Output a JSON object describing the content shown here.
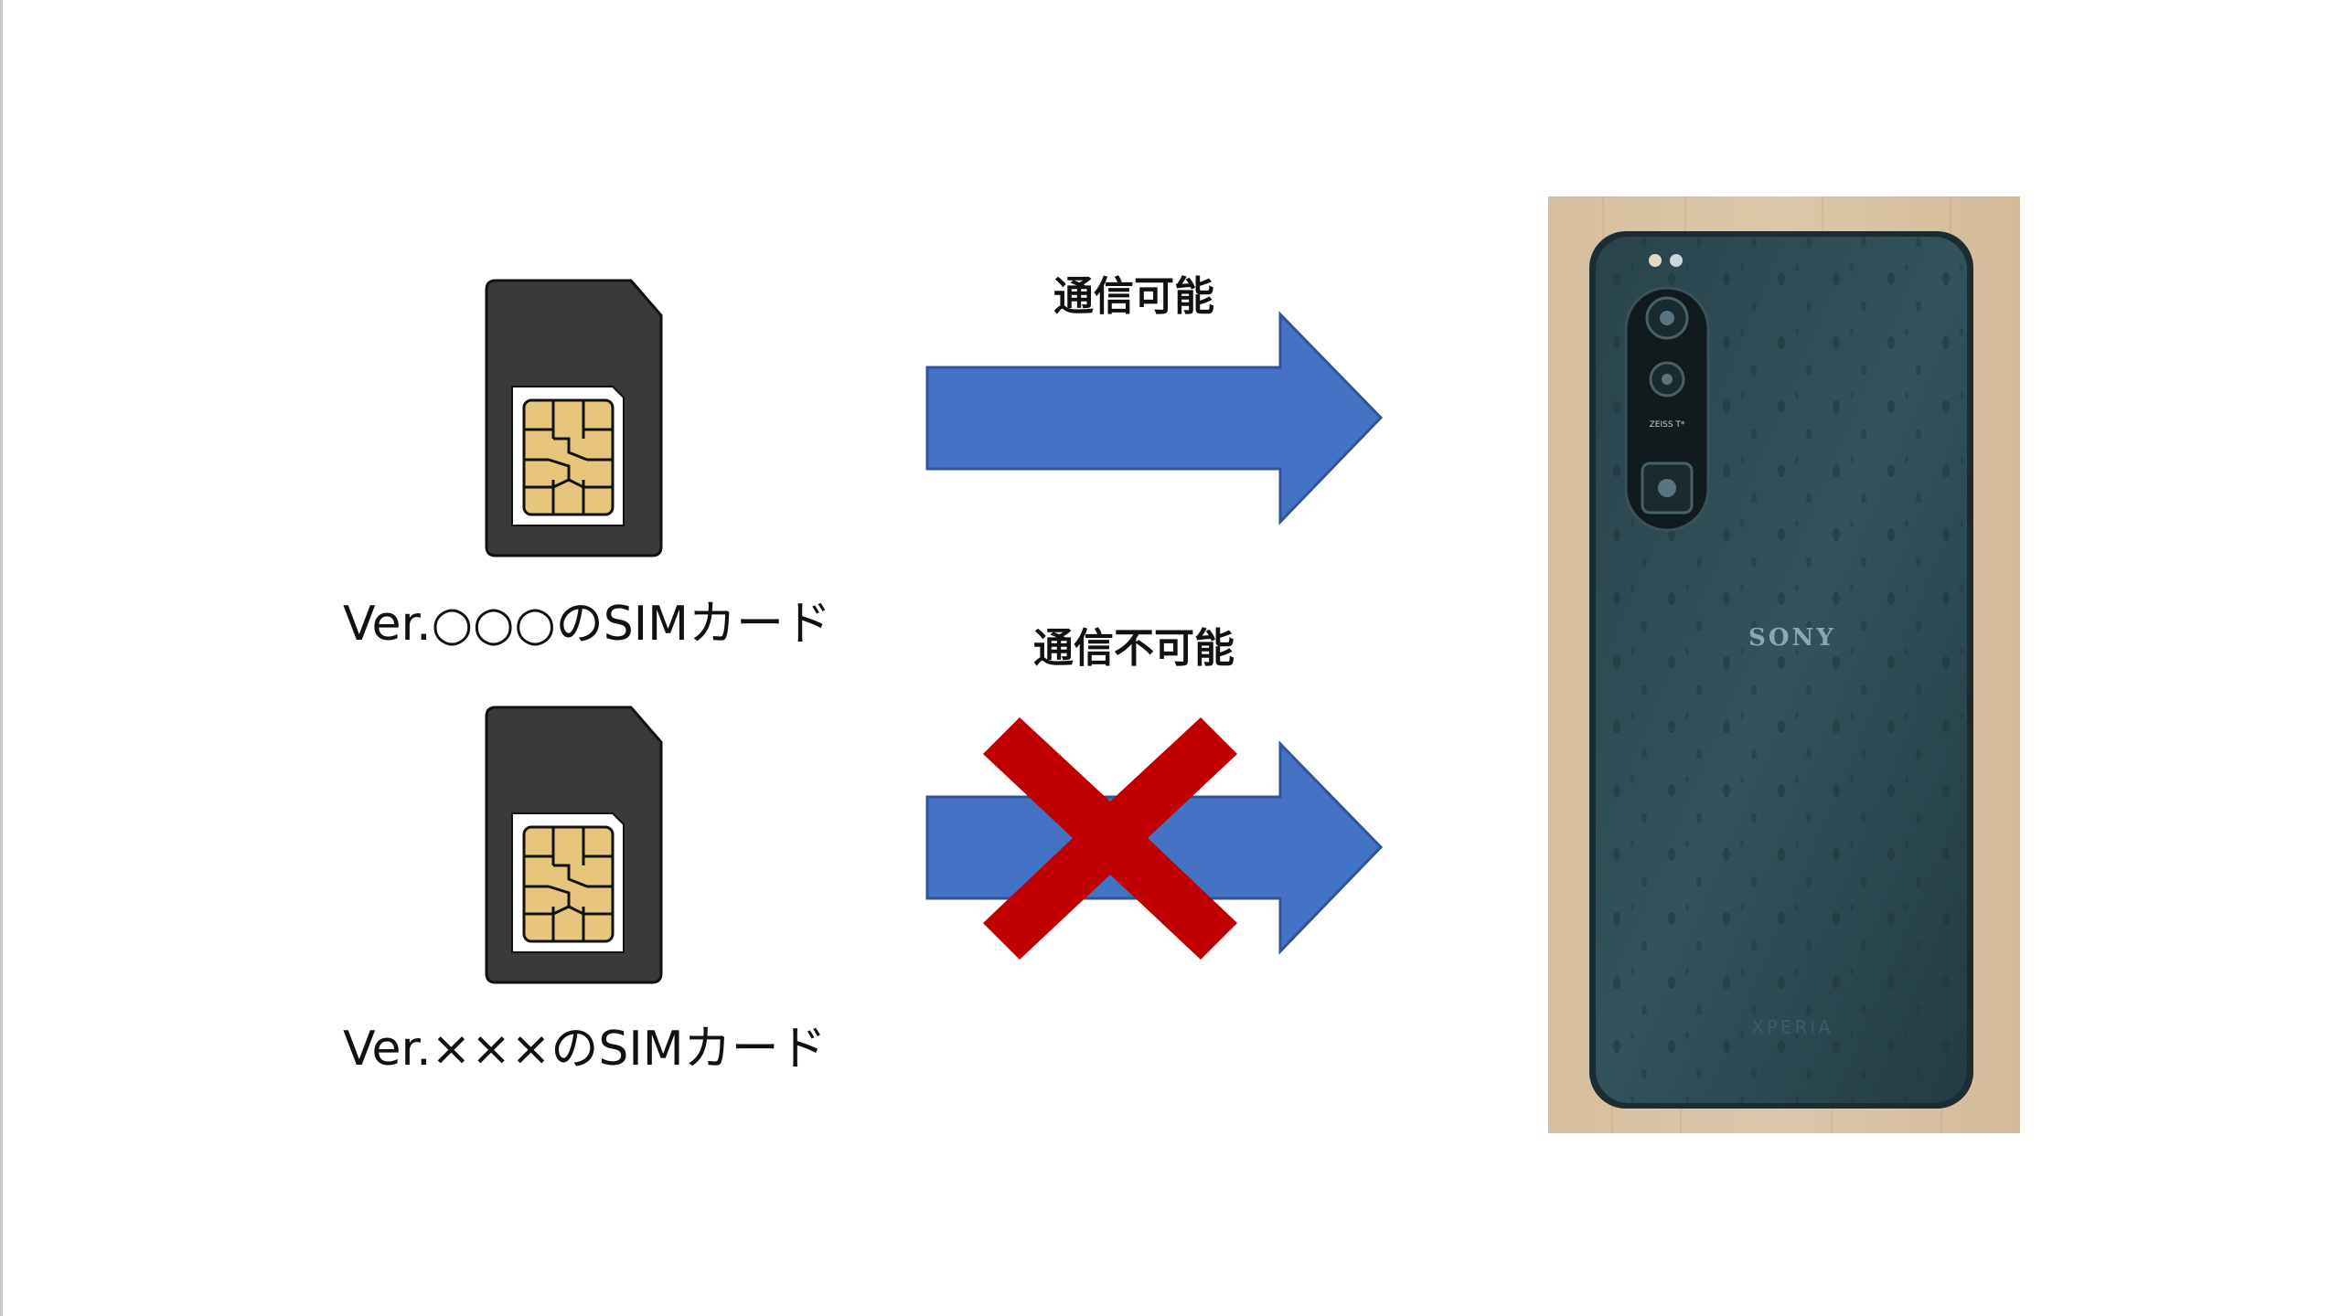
{
  "sim_cards": [
    {
      "label": "Ver.○○○のSIMカード"
    },
    {
      "label": "Ver.×××のSIMカード"
    }
  ],
  "arrows": [
    {
      "label": "通信可能",
      "status": "success"
    },
    {
      "label": "通信不可能",
      "status": "blocked"
    }
  ],
  "phone": {
    "brand_text": "SONY",
    "model_text": "XPERIA",
    "lens_text": "ZEISS T*"
  },
  "colors": {
    "arrow_fill": "#4472c4",
    "arrow_stroke": "#2f5597",
    "cross": "#c00000",
    "sim_body": "#3a3a3a",
    "sim_chip": "#e6c67a",
    "phone_body": "#2e4a52",
    "wood": "#d9c3a5"
  },
  "icons": {
    "sim": "sim-card-icon",
    "arrow": "arrow-right-icon",
    "cross": "cross-icon",
    "phone": "smartphone-photo"
  }
}
